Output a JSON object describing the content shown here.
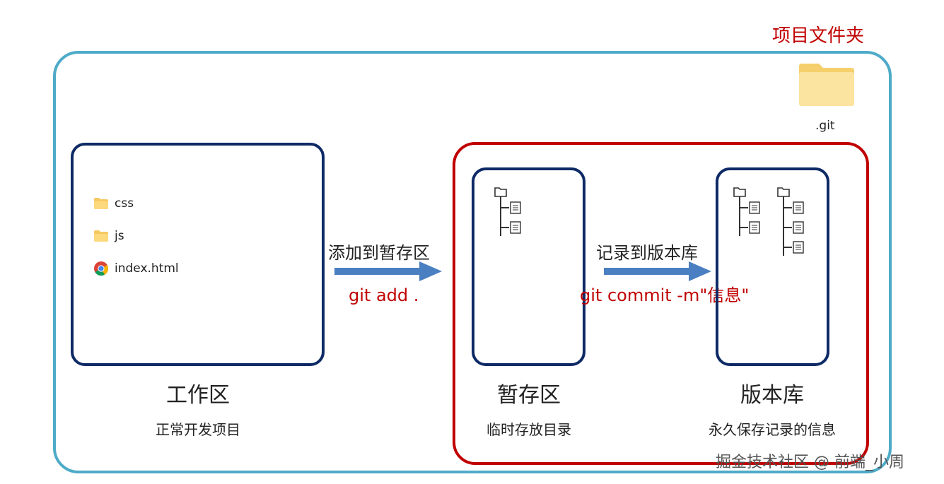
{
  "project": {
    "title": "项目文件夹",
    "git_folder_label": ".git"
  },
  "working_dir": {
    "files": [
      {
        "name": "css",
        "icon": "folder-icon"
      },
      {
        "name": "js",
        "icon": "folder-icon"
      },
      {
        "name": "index.html",
        "icon": "chrome-icon"
      }
    ],
    "title": "工作区",
    "description": "正常开发项目"
  },
  "step_add": {
    "label": "添加到暂存区",
    "command": "git add ."
  },
  "staging": {
    "title": "暂存区",
    "description": "临时存放目录"
  },
  "step_commit": {
    "label": "记录到版本库",
    "command": "git commit -m\"信息\""
  },
  "repository": {
    "title": "版本库",
    "description": "永久保存记录的信息"
  },
  "watermark": "掘金技术社区 @ 前端_小周",
  "colors": {
    "project_frame": "#4eabc8",
    "repo_frame": "#c00000",
    "area_box": "#0e2a66",
    "arrow": "#4a7fc1",
    "command_text": "#c00000"
  }
}
